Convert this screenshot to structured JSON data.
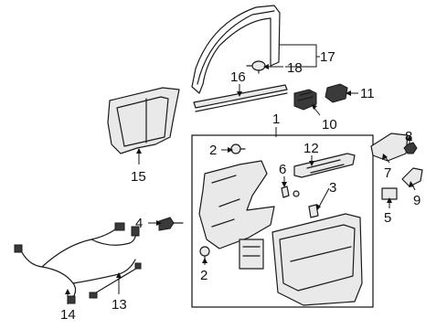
{
  "callouts": {
    "c1": "1",
    "c2a": "2",
    "c2b": "2",
    "c3": "3",
    "c4": "4",
    "c5": "5",
    "c6": "6",
    "c7": "7",
    "c8": "8",
    "c9": "9",
    "c10": "10",
    "c11": "11",
    "c12": "12",
    "c13": "13",
    "c14": "14",
    "c15": "15",
    "c16": "16",
    "c17": "17",
    "c18": "18"
  }
}
